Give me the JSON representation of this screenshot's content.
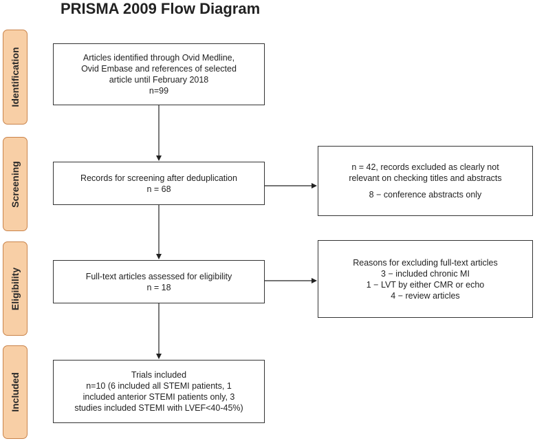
{
  "title": "PRISMA 2009 Flow Diagram",
  "stages": {
    "identification": "Identification",
    "screening": "Screening",
    "eligibility": "Eligibility",
    "included": "Included"
  },
  "boxes": {
    "identified": {
      "lines": [
        "Articles identified through Ovid Medline,",
        "Ovid Embase and references of selected",
        "article until February 2018",
        "n=99"
      ]
    },
    "screening": {
      "lines": [
        "Records for screening after deduplication",
        "n = 68"
      ]
    },
    "excluded_screening": {
      "lines": [
        "n = 42, records excluded as clearly not",
        "relevant on checking titles and abstracts"
      ],
      "extra": "8 − conference abstracts only"
    },
    "eligibility": {
      "lines": [
        "Full-text articles assessed for eligibility",
        "n = 18"
      ]
    },
    "excluded_fulltext": {
      "lines": [
        "Reasons for excluding full-text articles",
        "3 − included chronic MI",
        "1 − LVT by either CMR or echo",
        "4 − review articles"
      ]
    },
    "included": {
      "lines": [
        "Trials included",
        "n=10 (6 included all STEMI patients, 1",
        "included anterior STEMI patients only, 3",
        "studies included STEMI with LVEF<40-45%)"
      ]
    }
  }
}
